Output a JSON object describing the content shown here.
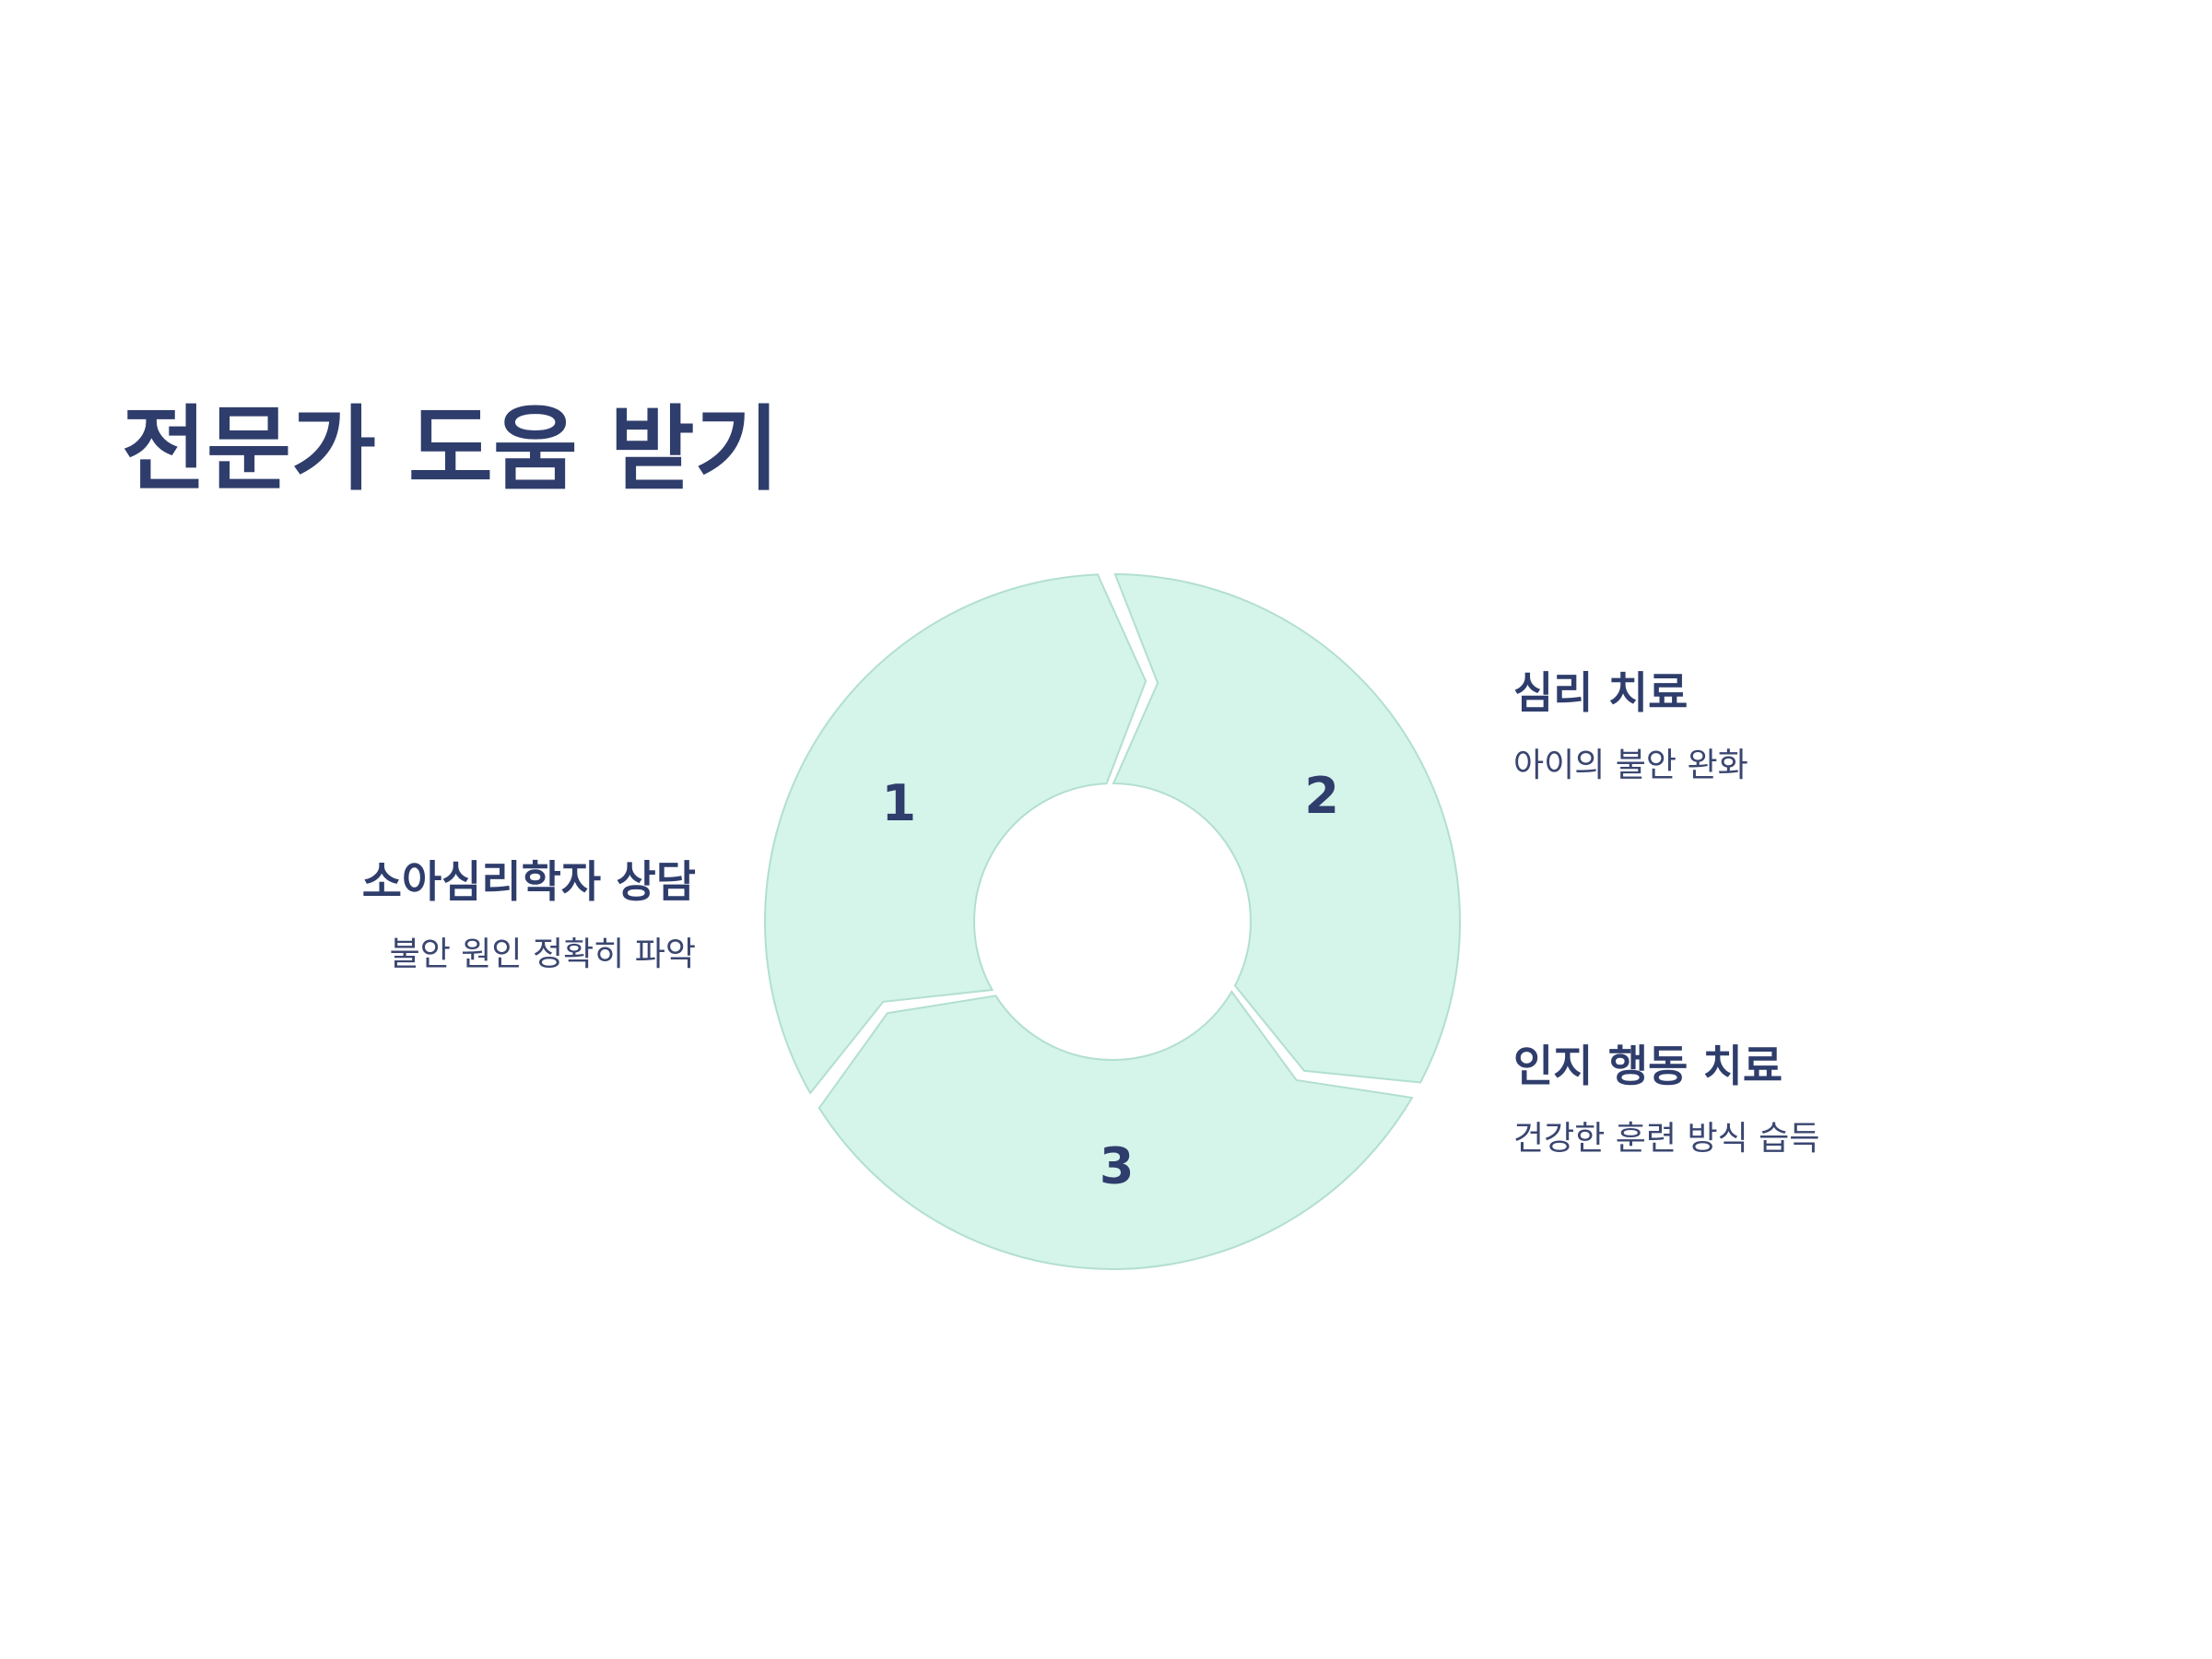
{
  "title": "전문가 도움 받기",
  "colors": {
    "segment_fill": "#d5f4ea",
    "segment_stroke": "#b2dfd0",
    "text_dark": "#2e3d6b",
    "background": "#ffffff"
  },
  "steps": [
    {
      "number": "1",
      "title": "소아심리학자 상담",
      "description": "불안 원인 정확히 파악"
    },
    {
      "number": "2",
      "title": "심리 치료",
      "description": "아이의 불안 완화"
    },
    {
      "number": "3",
      "title": "인지 행동 치료",
      "description": "건강한 훈련 방식 습득"
    }
  ]
}
